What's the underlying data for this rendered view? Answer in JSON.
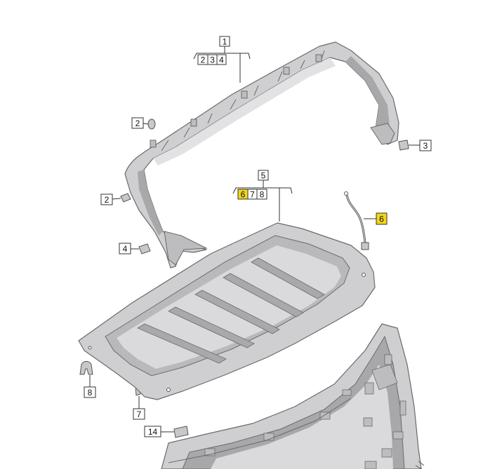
{
  "diagram": {
    "colors": {
      "highlight": "#f2d61a",
      "part_fill": "#cfcfd1",
      "part_dark": "#a8a8ab",
      "part_light": "#e2e2e4",
      "outline": "#6a6a6a",
      "callout_stroke": "#333333"
    },
    "callouts": [
      {
        "id": "c1",
        "label": "1"
      },
      {
        "id": "c2a",
        "label": "2"
      },
      {
        "id": "c3a",
        "label": "3"
      },
      {
        "id": "c4a",
        "label": "4"
      },
      {
        "id": "c2b",
        "label": "2"
      },
      {
        "id": "c3b",
        "label": "3"
      },
      {
        "id": "c2c",
        "label": "2"
      },
      {
        "id": "c4b",
        "label": "4"
      },
      {
        "id": "c5",
        "label": "5"
      },
      {
        "id": "c6a",
        "label": "6",
        "highlighted": true
      },
      {
        "id": "c7a",
        "label": "7"
      },
      {
        "id": "c8a",
        "label": "8"
      },
      {
        "id": "c6b",
        "label": "6",
        "highlighted": true
      },
      {
        "id": "c8b",
        "label": "8"
      },
      {
        "id": "c7b",
        "label": "7"
      },
      {
        "id": "c14",
        "label": "14"
      }
    ]
  }
}
